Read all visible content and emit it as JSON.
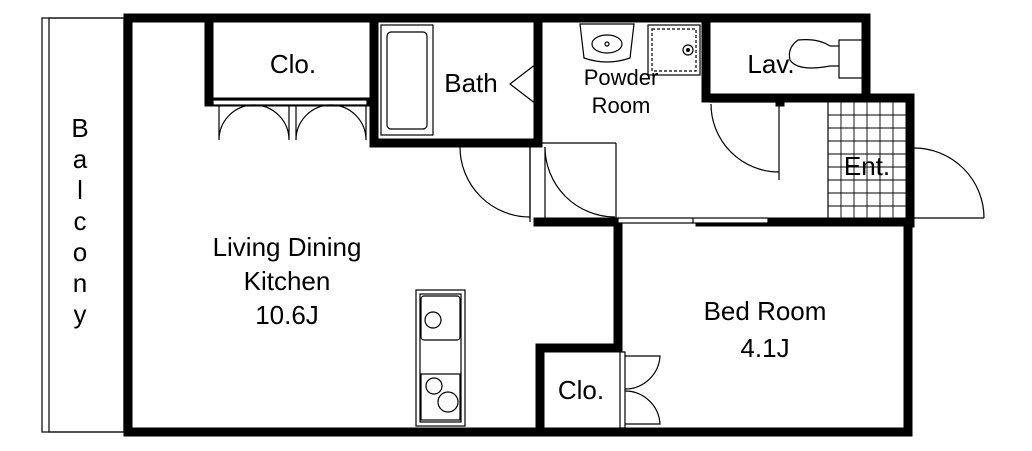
{
  "rooms": {
    "balcony": "Balcony",
    "closet_top": "Clo.",
    "bath": "Bath",
    "powder_line1": "Powder",
    "powder_line2": "Room",
    "lavatory": "Lav.",
    "entrance": "Ent.",
    "ldk_line1": "Living Dining",
    "ldk_line2": "Kitchen",
    "ldk_size": "10.6J",
    "bedroom_line1": "Bed Room",
    "bedroom_size": "4.1J",
    "closet_bottom": "Clo."
  }
}
